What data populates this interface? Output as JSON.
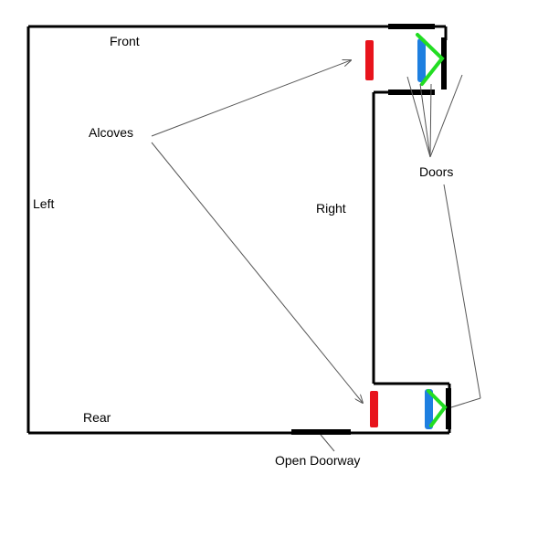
{
  "labels": {
    "front": "Front",
    "left": "Left",
    "rear": "Rear",
    "right": "Right",
    "alcoves": "Alcoves",
    "doors": "Doors",
    "open_doorway": "Open Doorway"
  },
  "colors": {
    "wall": "#000000",
    "alcove": "#e8141c",
    "door_panel": "#1e7fe0",
    "door_swing": "#22dd22",
    "arrow": "#555555",
    "background": "#ffffff"
  }
}
